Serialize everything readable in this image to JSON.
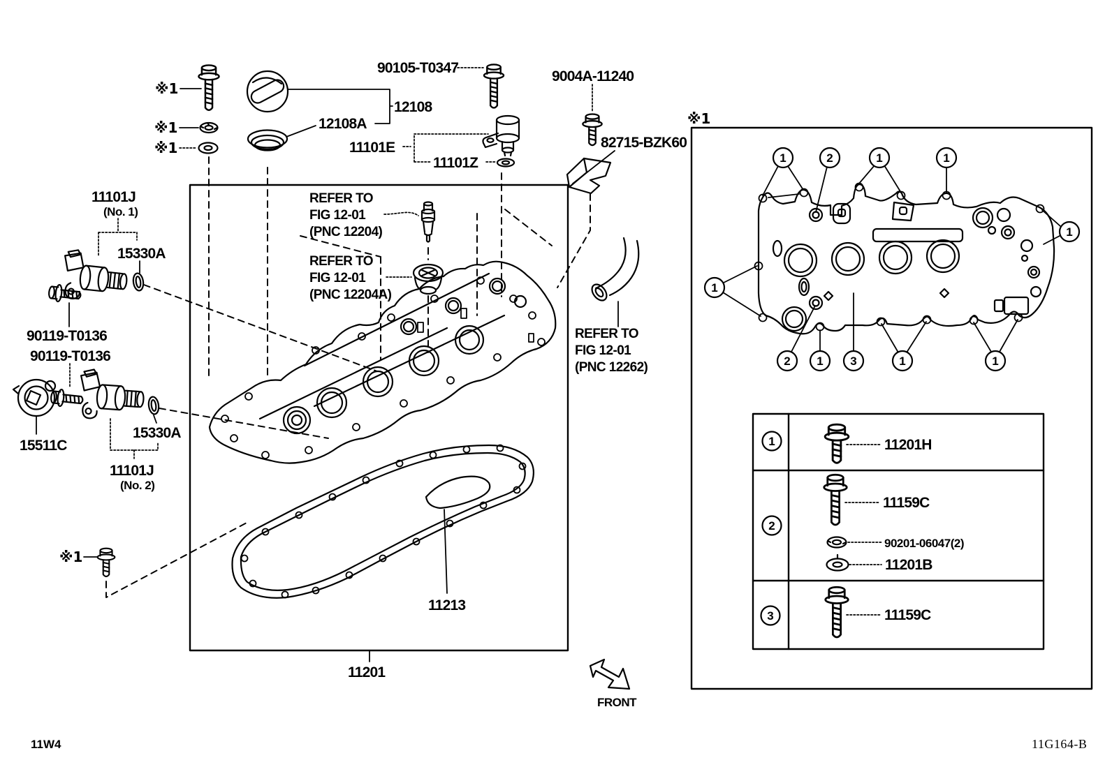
{
  "footer": {
    "left_code": "11W4",
    "right_code": "11G164-B"
  },
  "front_indicator": "FRONT",
  "note_marker": "※1",
  "main_diagram": {
    "labels": {
      "bolt_90105": "90105-T0347",
      "bolt_9004a": "9004A-11240",
      "cap": "12108",
      "cap_gasket": "12108A",
      "sensor": "11101E",
      "sensor_washer": "11101Z",
      "bracket": "82715-BZK60",
      "valve_no1": "11101J",
      "valve_no1_sub": "(No. 1)",
      "oring_upper": "15330A",
      "bolt_90119_a": "90119-T0136",
      "bolt_90119_b": "90119-T0136",
      "ocv": "15511C",
      "oring_lower": "15330A",
      "valve_no2": "11101J",
      "valve_no2_sub": "(No. 2)",
      "gasket": "11213",
      "cover": "11201"
    },
    "refer_notes": [
      {
        "line1": "REFER TO",
        "line2": "FIG 12-01",
        "line3": "(PNC 12204)"
      },
      {
        "line1": "REFER TO",
        "line2": "FIG 12-01",
        "line3": "(PNC 12204A)"
      },
      {
        "line1": "REFER TO",
        "line2": "FIG 12-01",
        "line3": "(PNC 12262)"
      }
    ]
  },
  "inset_diagram": {
    "balloons": {
      "one": "1",
      "two": "2",
      "three": "3"
    }
  },
  "parts_table": {
    "rows": [
      {
        "badge": "1",
        "items": [
          "11201H"
        ]
      },
      {
        "badge": "2",
        "items": [
          "11159C",
          "90201-06047(2)",
          "11201B"
        ]
      },
      {
        "badge": "3",
        "items": [
          "11159C"
        ]
      }
    ]
  }
}
